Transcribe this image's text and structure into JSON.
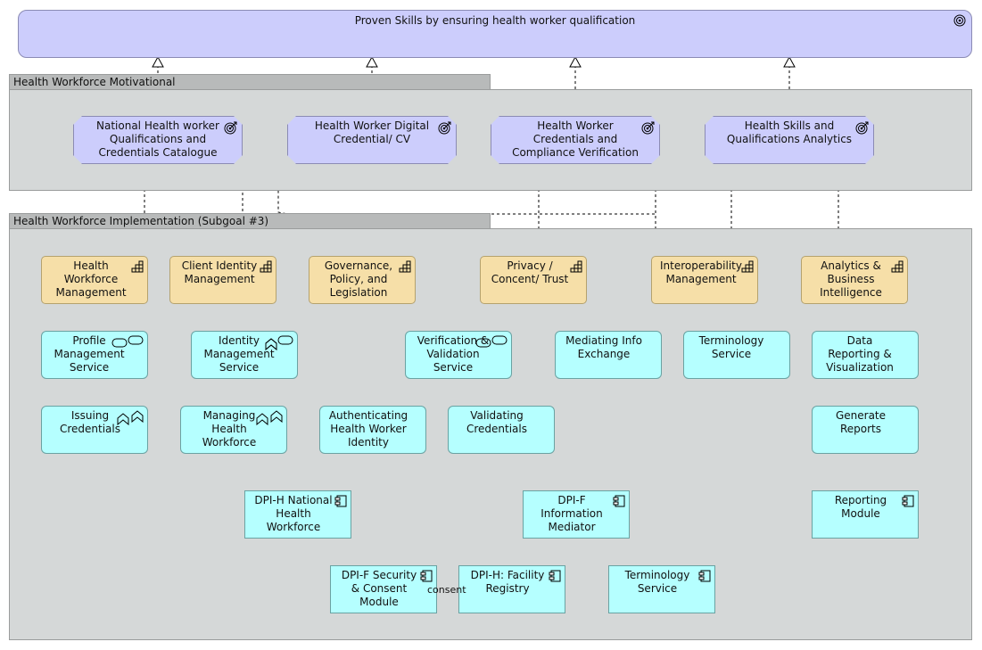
{
  "goal": {
    "label": "Proven Skills by ensuring health worker qualification",
    "icon": "goal-target-icon"
  },
  "groups": {
    "motivational": {
      "label": "Health Workforce Motivational"
    },
    "implementation": {
      "label": "Health Workforce Implementation (Subgoal #3)"
    }
  },
  "outcomes": [
    {
      "label": "National Health worker\nQualifications and\nCredentials Catalogue",
      "icon": "outcome-target-icon"
    },
    {
      "label": "Health Worker Digital\nCredential/ CV",
      "icon": "outcome-target-icon"
    },
    {
      "label": "Health Worker\nCredentials and\nCompliance Verification",
      "icon": "outcome-target-icon"
    },
    {
      "label": "Health Skills and\nQualifications Analytics",
      "icon": "outcome-target-icon"
    }
  ],
  "capabilities": [
    {
      "label": "Health\nWorkforce\nManagement",
      "icon": "capability-icon"
    },
    {
      "label": "Client Identity\nManagement",
      "icon": "capability-icon"
    },
    {
      "label": "Governance,\nPolicy, and\nLegislation",
      "icon": "capability-icon"
    },
    {
      "label": "Privacy /\nConcent/ Trust",
      "icon": "capability-icon"
    },
    {
      "label": "Interoperability\nManagement",
      "icon": "capability-icon"
    },
    {
      "label": "Analytics &\nBusiness\nIntelligence",
      "icon": "capability-icon"
    }
  ],
  "services": [
    {
      "label": "Profile\nManagement\nService",
      "icon": "service-icon"
    },
    {
      "label": "Identity\nManagement\nService",
      "icon": "service-icon"
    },
    {
      "label": "Verification &\nValidation\nService",
      "icon": "service-icon"
    },
    {
      "label": "Mediating Info\nExchange",
      "icon": "function-icon"
    },
    {
      "label": "Terminology\nService",
      "icon": "service-icon"
    },
    {
      "label": "Data\nReporting &\nVisualization",
      "icon": "service-icon"
    }
  ],
  "functions": [
    {
      "label": "Issuing\nCredentials",
      "icon": "function-icon"
    },
    {
      "label": "Managing\nHealth\nWorkforce",
      "icon": "function-icon"
    },
    {
      "label": "Authenticating\nHealth Worker\nIdentity",
      "icon": "function-icon"
    },
    {
      "label": "Validating\nCredentials",
      "icon": "function-icon"
    },
    {
      "label": "Generate\nReports",
      "icon": "function-icon"
    }
  ],
  "components": [
    {
      "label": "DPI-H National\nHealth\nWorkforce",
      "icon": "component-icon"
    },
    {
      "label": "DPI-F\nInformation\nMediator",
      "icon": "component-icon"
    },
    {
      "label": "Reporting\nModule",
      "icon": "component-icon"
    },
    {
      "label": "DPI-F Security\n& Consent\nModule",
      "icon": "component-icon"
    },
    {
      "label": "DPI-H: Facility\nRegistry",
      "icon": "component-icon"
    },
    {
      "label": "Terminology\nService",
      "icon": "component-icon"
    }
  ],
  "edge_labels": {
    "consent": "consent"
  }
}
